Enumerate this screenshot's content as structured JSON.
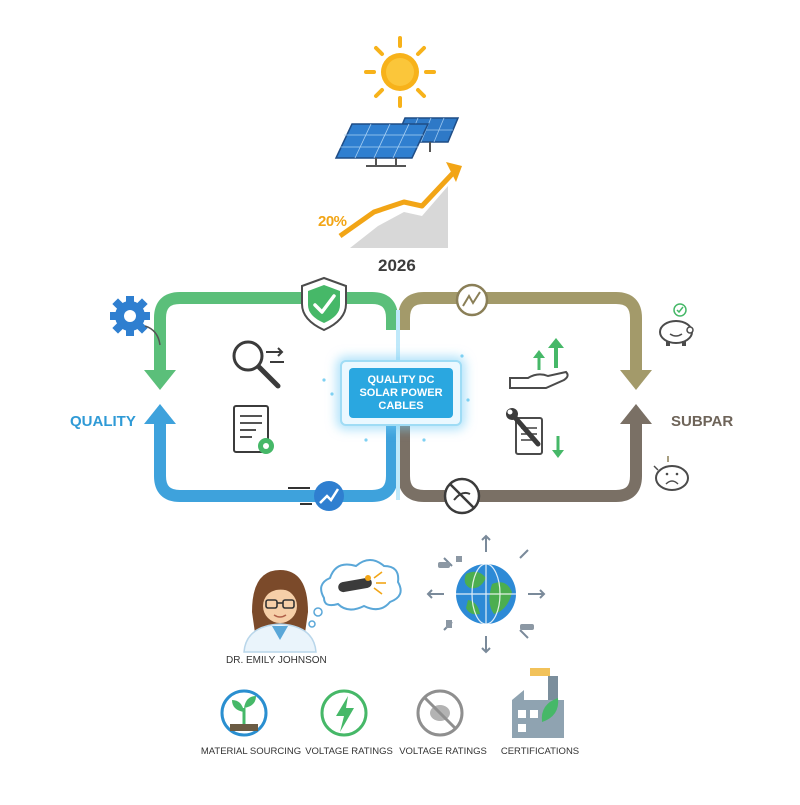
{
  "header": {
    "growth_value": "20%",
    "year": "2026"
  },
  "cycle": {
    "center_label": "QUALITY DC SOLAR POWER CABLES",
    "left_label": "QUALITY",
    "right_label": "SUBPAR",
    "colors": {
      "quality_green": "#5bbf7a",
      "quality_blue": "#3ea2dc",
      "subpar_olive": "#a39a6a",
      "subpar_brown": "#7a7065",
      "accent_orange": "#f2a516"
    }
  },
  "icons": {
    "top": [
      "sun-icon",
      "solar-panel-icon",
      "growth-chart-icon"
    ],
    "quality_side": [
      "gear-icon",
      "shield-check-icon",
      "magnifier-icon",
      "document-gear-icon",
      "cable-cut-icon"
    ],
    "subpar_side": [
      "broken-cable-icon",
      "hand-arrows-icon",
      "wrench-document-icon",
      "no-cable-icon",
      "happy-piggy-bank-icon",
      "sad-piggy-bank-icon"
    ],
    "bottom": [
      "scientist-avatar-icon",
      "thought-cloud-cable-icon",
      "globe-icon",
      "factory-leaf-icon"
    ]
  },
  "person": {
    "name": "DR. EMILY JOHNSON"
  },
  "categories": [
    {
      "label": "MATERIAL SOURCING",
      "icon": "sprout-icon"
    },
    {
      "label": "VOLTAGE RATINGS",
      "icon": "lightning-icon"
    },
    {
      "label": "VOLTAGE RATINGS",
      "icon": "no-cable-icon"
    },
    {
      "label": "CERTIFICATIONS",
      "icon": "factory-leaf-icon"
    }
  ]
}
